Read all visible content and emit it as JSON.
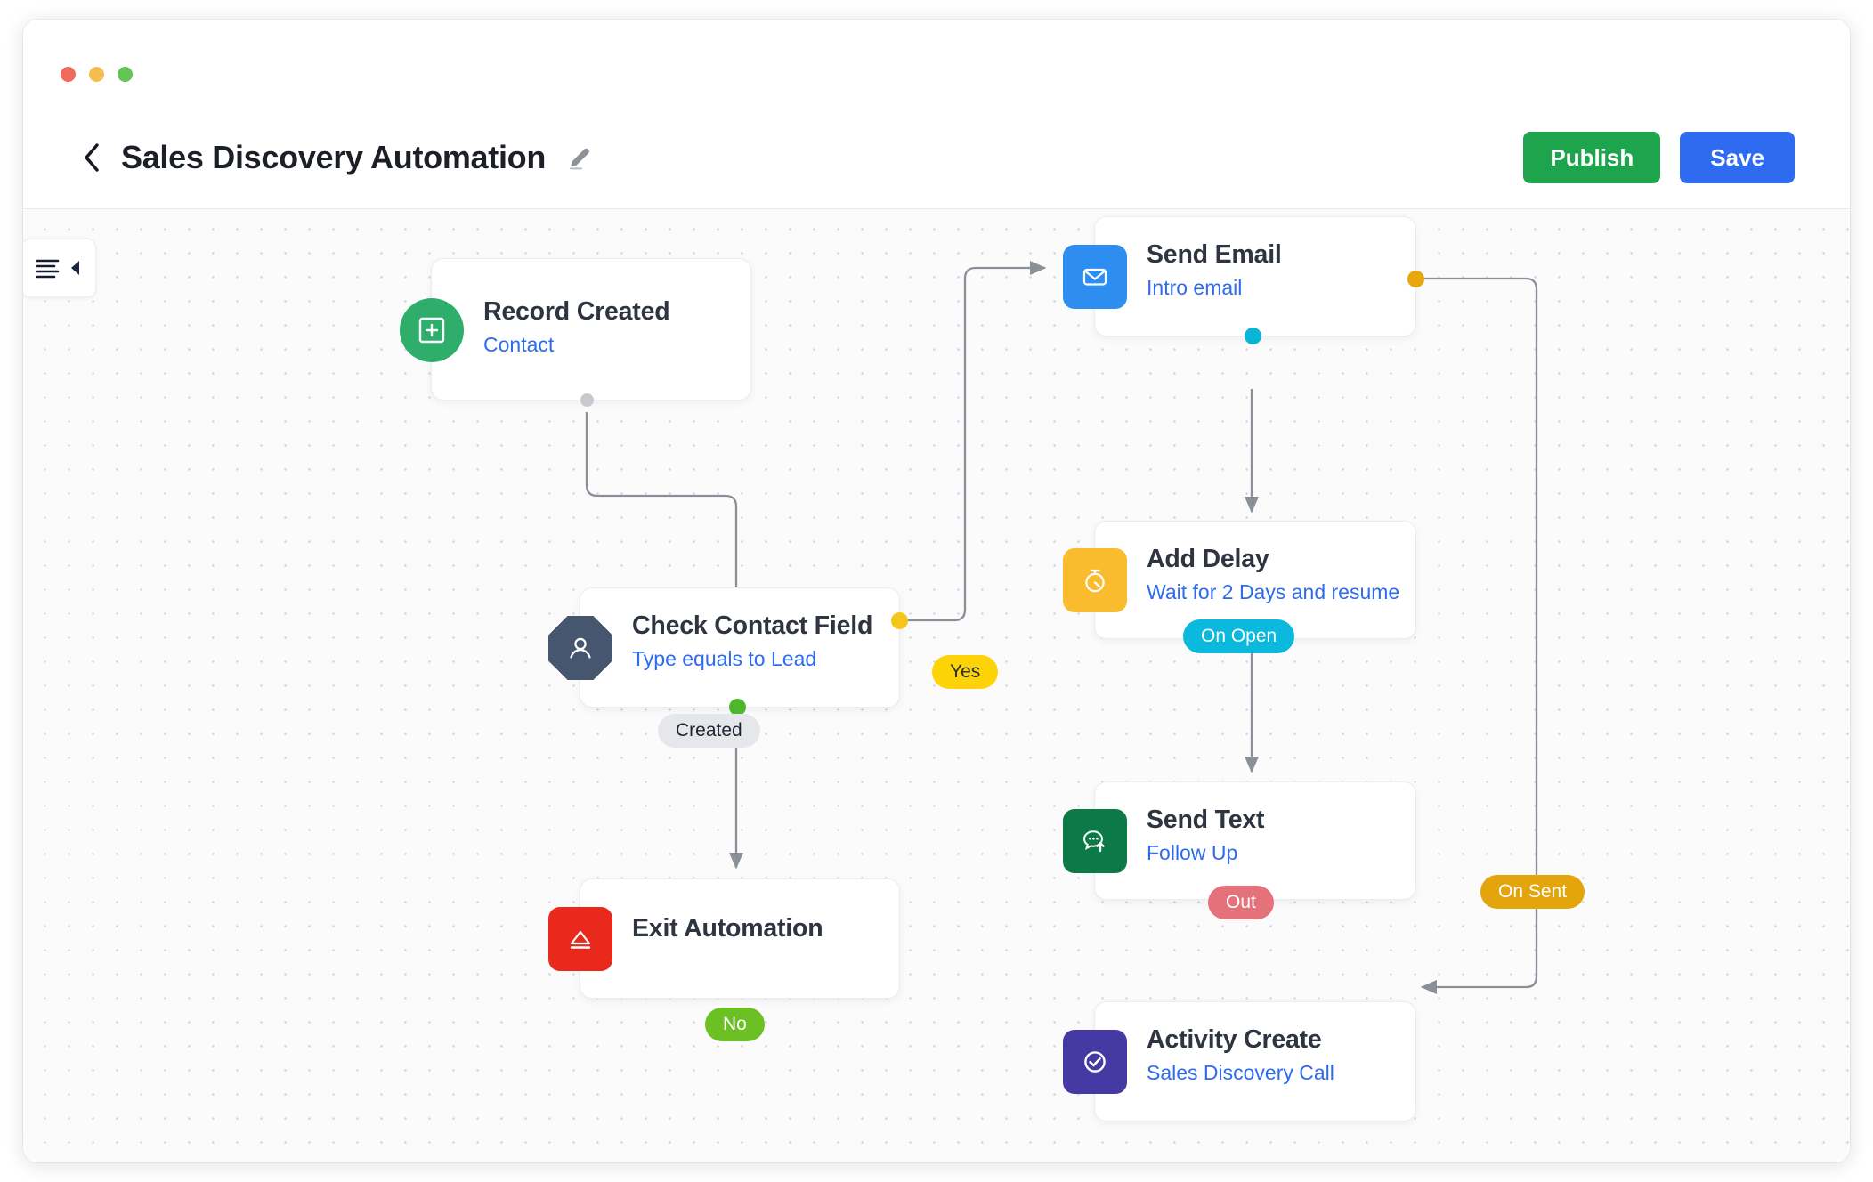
{
  "window": {
    "traffic_lights": [
      "close",
      "minimize",
      "maximize"
    ]
  },
  "header": {
    "back_icon": "chevron-left-icon",
    "title": "Sales Discovery Automation",
    "edit_icon": "pencil-icon",
    "publish_label": "Publish",
    "save_label": "Save",
    "publish_color": "#1DA44C",
    "save_color": "#2E6BF0"
  },
  "canvas": {
    "panel_toggle_icon": "collapse-panel-icon",
    "background": "#FBFBFC",
    "dot_color": "#D9DADF",
    "edge_color": "#8A8F98"
  },
  "nodes": [
    {
      "id": "record-created",
      "title": "Record Created",
      "subtitle": "Contact",
      "icon": "plus-square-icon",
      "icon_shape": "circle",
      "icon_color": "#2FAD6A",
      "ports": [
        {
          "side": "bottom",
          "color": "#C6C9CE"
        }
      ]
    },
    {
      "id": "check-contact-field",
      "title": "Check Contact Field",
      "subtitle": "Type equals to Lead",
      "icon": "user-icon",
      "icon_shape": "octagon",
      "icon_color": "#46566E",
      "ports": [
        {
          "side": "right",
          "color": "#F5C61A"
        },
        {
          "side": "bottom",
          "color": "#4CB72B"
        }
      ]
    },
    {
      "id": "exit-automation",
      "title": "Exit Automation",
      "subtitle": "",
      "icon": "eject-icon",
      "icon_shape": "square",
      "icon_color": "#E8291C",
      "ports": []
    },
    {
      "id": "send-email",
      "title": "Send Email",
      "subtitle": "Intro email",
      "icon": "envelope-icon",
      "icon_shape": "square",
      "icon_color": "#2E8EF0",
      "ports": [
        {
          "side": "right",
          "color": "#E9A70C"
        },
        {
          "side": "bottom",
          "color": "#06B6D4"
        }
      ]
    },
    {
      "id": "add-delay",
      "title": "Add Delay",
      "subtitle": "Wait for 2 Days and resume",
      "icon": "stopwatch-icon",
      "icon_shape": "square",
      "icon_color": "#FBBB2E",
      "ports": [
        {
          "side": "bottom",
          "color": "#E8707A"
        }
      ]
    },
    {
      "id": "send-text",
      "title": "Send Text",
      "subtitle": "Follow Up",
      "icon": "chat-upload-icon",
      "icon_shape": "square",
      "icon_color": "#0B7A46",
      "ports": []
    },
    {
      "id": "activity-create",
      "title": "Activity Create",
      "subtitle": "Sales Discovery Call",
      "icon": "check-circle-icon",
      "icon_shape": "square",
      "icon_color": "#453AA4",
      "ports": []
    }
  ],
  "edge_labels": [
    {
      "id": "created",
      "text": "Created",
      "bg": "#E5E7EB",
      "fg": "#1F2430"
    },
    {
      "id": "yes",
      "text": "Yes",
      "bg": "#FCD307",
      "fg": "#2B2B2B"
    },
    {
      "id": "no",
      "text": "No",
      "bg": "#6CC024",
      "fg": "#FFFFFF"
    },
    {
      "id": "on-open",
      "text": "On Open",
      "bg": "#0BB8DE",
      "fg": "#FFFFFF"
    },
    {
      "id": "out",
      "text": "Out",
      "bg": "#E5727A",
      "fg": "#FFFFFF"
    },
    {
      "id": "on-sent",
      "text": "On Sent",
      "bg": "#E3A50B",
      "fg": "#FFFFFF"
    }
  ]
}
